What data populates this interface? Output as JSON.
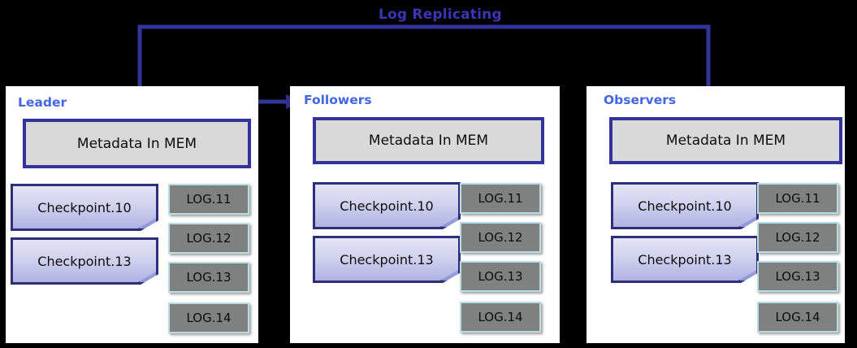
{
  "diagram": {
    "title": "Log Replicating",
    "title_color": "#3B35B5",
    "connector_color": "#333399",
    "panel_title_color": "#4267E0",
    "background": "#000000",
    "panel_background": "#FFFFFF"
  },
  "panels": [
    {
      "id": "leader",
      "title": "Leader",
      "metadata": "Metadata In MEM",
      "checkpoints": [
        "Checkpoint.10",
        "Checkpoint.13"
      ],
      "logs": [
        "LOG.11",
        "LOG.12",
        "LOG.13",
        "LOG.14"
      ]
    },
    {
      "id": "followers",
      "title": "Followers",
      "metadata": "Metadata In MEM",
      "checkpoints": [
        "Checkpoint.10",
        "Checkpoint.13"
      ],
      "logs": [
        "LOG.11",
        "LOG.12",
        "LOG.13",
        "LOG.14"
      ]
    },
    {
      "id": "observers",
      "title": "Observers",
      "metadata": "Metadata In MEM",
      "checkpoints": [
        "Checkpoint.10",
        "Checkpoint.13"
      ],
      "logs": [
        "LOG.11",
        "LOG.12",
        "LOG.13",
        "LOG.14"
      ]
    }
  ],
  "connectors": [
    {
      "name": "leader-to-followers",
      "from": "leader",
      "to": "followers",
      "arrow": "right"
    },
    {
      "name": "leader-to-observers",
      "from": "leader",
      "to": "observers",
      "arrow": "down"
    }
  ],
  "colors": {
    "metadata_fill": "#D9D9D9",
    "metadata_border": "#333399",
    "checkpoint_fill_top": "#E3E4F5",
    "checkpoint_fill_bottom": "#AFB3E3",
    "checkpoint_border": "#2E2E7A",
    "log_fill": "#7F8180",
    "log_border": "#B9DDE4"
  }
}
